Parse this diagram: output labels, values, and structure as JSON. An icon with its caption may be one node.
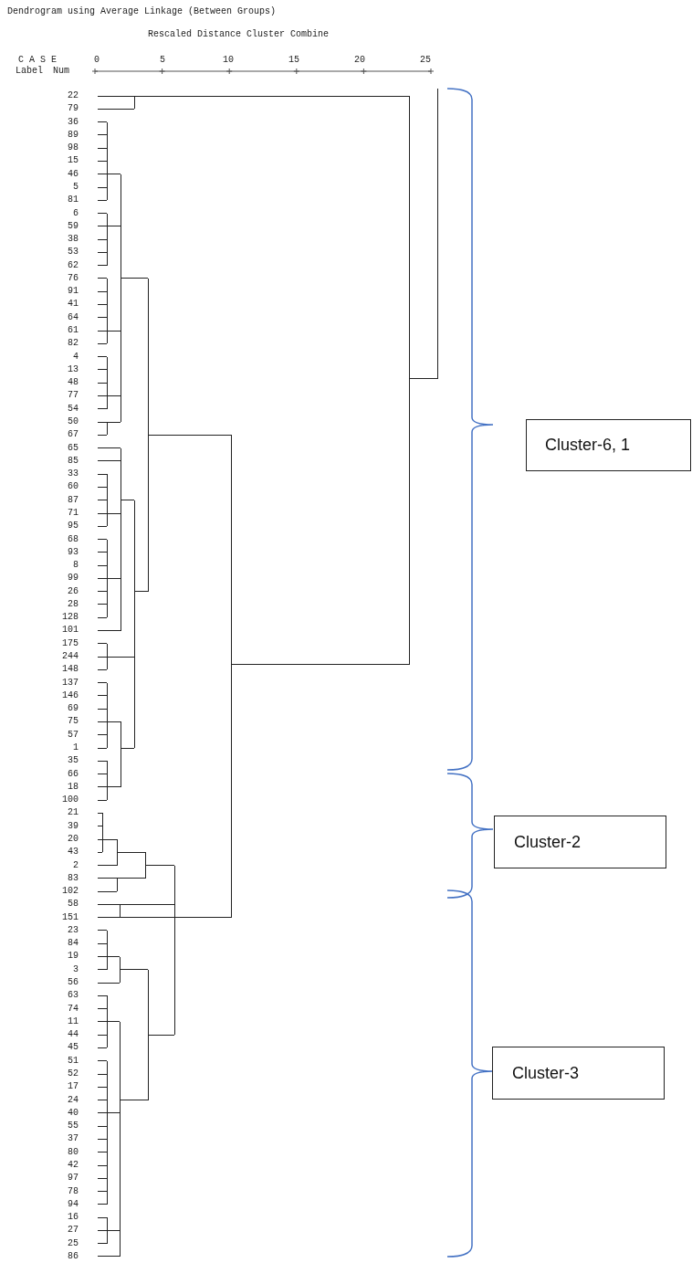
{
  "diagram": {
    "title": "Dendrogram using Average Linkage (Between Groups)",
    "nodes": [
      {
        "text": [
          "Cluster-6, 1"
        ]
      },
      {
        "text": [
          "Cluster-2"
        ]
      },
      {
        "text": [
          "Cluster-3"
        ]
      }
    ],
    "labels": [
      "Rescaled Distance Cluster Combine",
      "C A S E",
      "0",
      "5",
      "10",
      "15",
      "20",
      "25",
      "Label",
      "Num",
      "22",
      "79",
      "36",
      "89",
      "98",
      "15",
      "46",
      "5",
      "81",
      "6",
      "59",
      "38",
      "53",
      "62",
      "76",
      "91",
      "41",
      "64",
      "61",
      "82",
      "4",
      "13",
      "48",
      "77",
      "54",
      "50",
      "67",
      "65",
      "85",
      "33",
      "60",
      "87",
      "71",
      "95",
      "68",
      "93",
      "8",
      "99",
      "26",
      "28",
      "128",
      "101",
      "175",
      "244",
      "148",
      "137",
      "146",
      "69",
      "75",
      "57",
      "1",
      "35",
      "66",
      "18",
      "100",
      "21",
      "39",
      "20",
      "43",
      "2",
      "83",
      "102",
      "58",
      "151",
      "23",
      "84",
      "19",
      "3",
      "56",
      "63",
      "74",
      "11",
      "44",
      "45",
      "51",
      "52",
      "17",
      "24",
      "40",
      "55",
      "37",
      "80",
      "42",
      "97",
      "78",
      "94",
      "16",
      "27",
      "25",
      "86"
    ]
  }
}
